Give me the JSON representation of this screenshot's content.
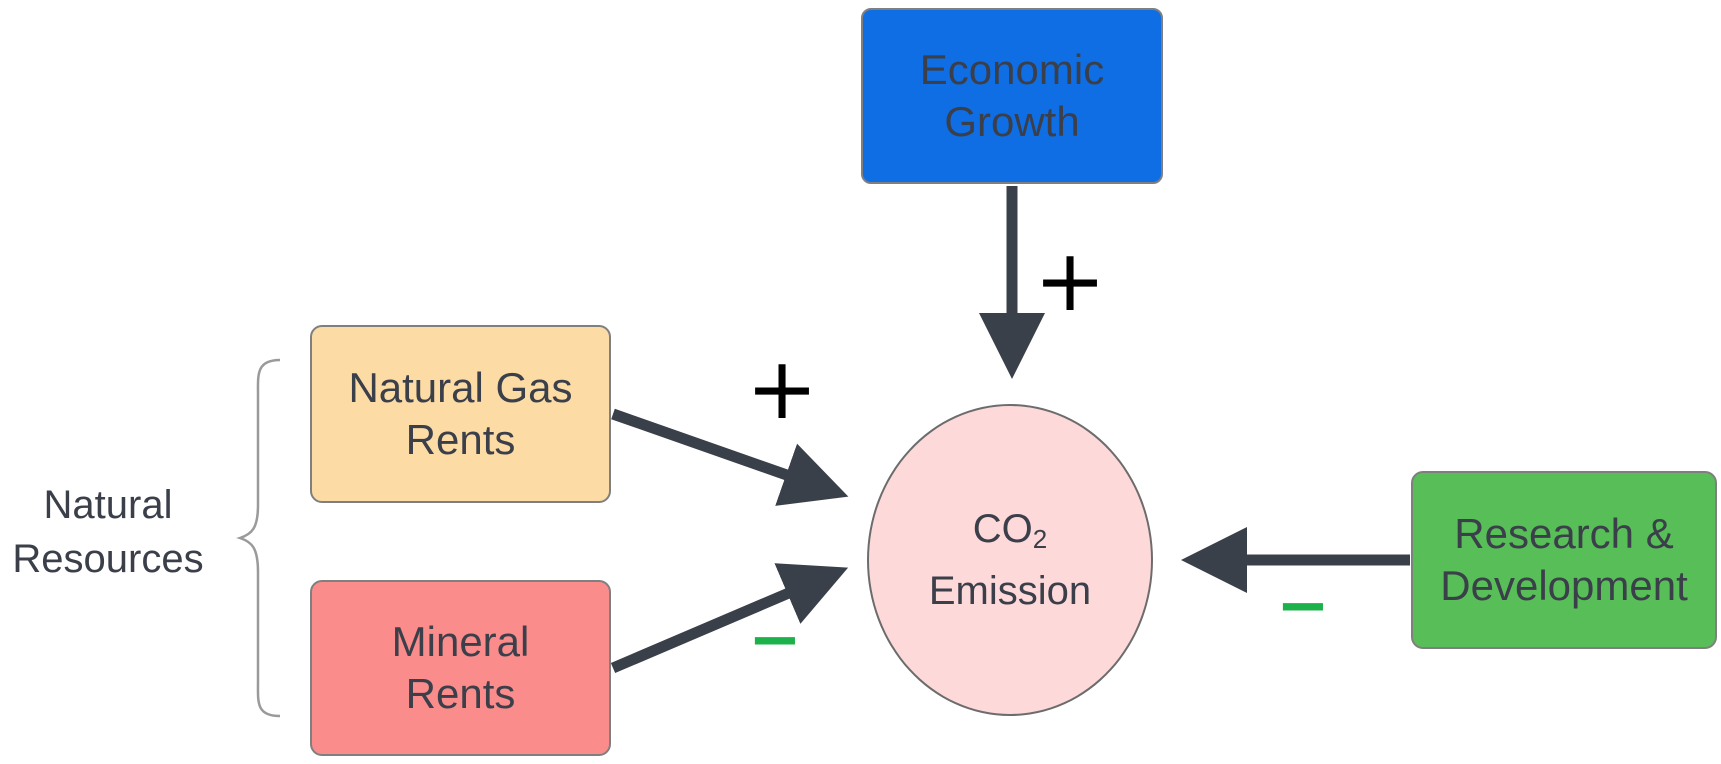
{
  "nodes": {
    "economic_growth": {
      "line1": "Economic",
      "line2": "Growth",
      "color": "#0f6ee3"
    },
    "natural_gas_rents": {
      "line1": "Natural Gas",
      "line2": "Rents",
      "color": "#fcdba5"
    },
    "mineral_rents": {
      "line1": "Mineral",
      "line2": "Rents",
      "color": "#fb8c8c"
    },
    "research_development": {
      "line1": "Research &",
      "line2": "Development",
      "color": "#58be58"
    },
    "co2_emission": {
      "co": "CO",
      "sub": "2",
      "line2": "Emission",
      "color": "#fdd9da"
    }
  },
  "group": {
    "line1": "Natural",
    "line2": "Resources"
  },
  "signs": {
    "economic_growth": {
      "text": "+",
      "color": "#000000"
    },
    "natural_gas_rents": {
      "text": "+",
      "color": "#000000"
    },
    "mineral_rents": {
      "text": "−",
      "color": "#1db14b"
    },
    "research_development": {
      "text": "−",
      "color": "#1db14b"
    }
  },
  "arrow_color": "#3a4049"
}
